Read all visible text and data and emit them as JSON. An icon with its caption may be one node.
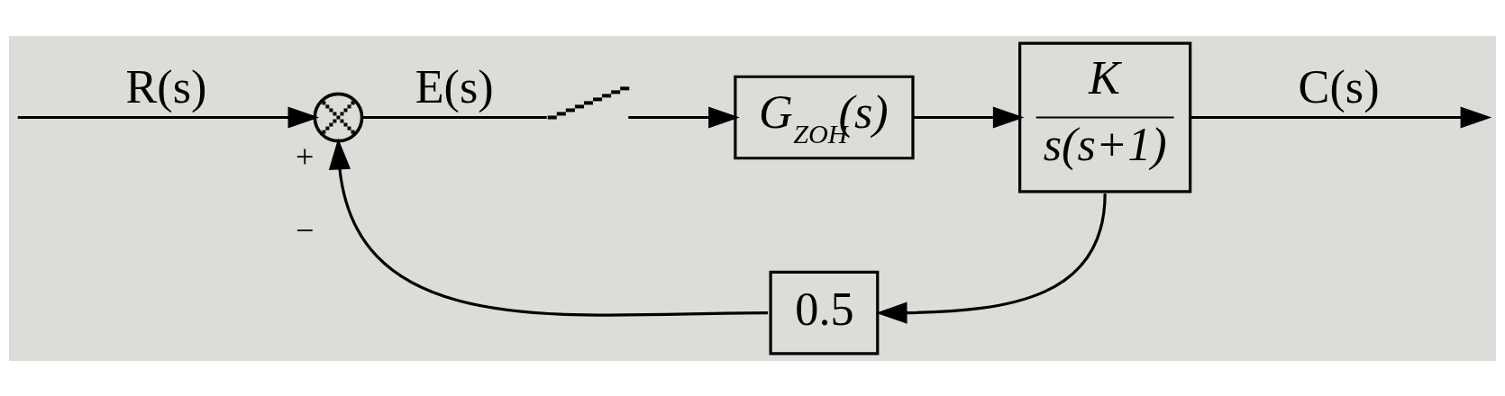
{
  "diagram": {
    "nodes": [
      {
        "text": [],
        "shape": "circle",
        "beside": [
          "+",
          "−"
        ]
      },
      {
        "text": [],
        "shape": "switch"
      },
      {
        "text": [
          "G$_{ZOH}$(s)"
        ]
      },
      {
        "text": [
          "K",
          "s(s+1)"
        ]
      },
      {
        "text": [
          "0.5"
        ]
      }
    ],
    "edges": [
      {
        "from": null,
        "to": 0,
        "arrow": "to",
        "label": "R(s)"
      },
      {
        "from": 0,
        "to": 1,
        "arrow": "none",
        "label": "E(s)"
      },
      {
        "from": 1,
        "to": 2,
        "arrow": "to"
      },
      {
        "from": 2,
        "to": 3,
        "arrow": "to"
      },
      {
        "from": 3,
        "to": null,
        "arrow": "to",
        "label": "C(s)"
      },
      {
        "from": 3,
        "to": 4,
        "arrow": "to"
      },
      {
        "from": 4,
        "to": 0,
        "arrow": "to"
      }
    ]
  }
}
